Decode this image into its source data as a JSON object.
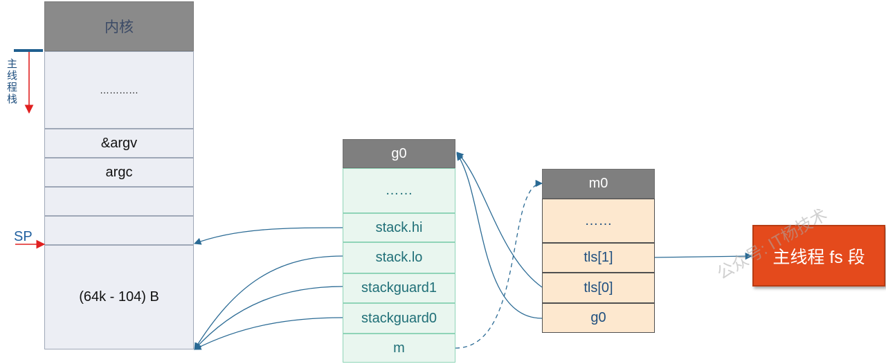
{
  "stack_column": {
    "cells": [
      "内核",
      "…………",
      "&argv",
      "argc",
      "",
      "",
      "(64k - 104) B"
    ]
  },
  "stack_label": "主线程栈",
  "sp_label": "SP",
  "g0_struct": {
    "cells": [
      "g0",
      "……",
      "stack.hi",
      "stack.lo",
      "stackguard1",
      "stackguard0",
      "m"
    ]
  },
  "m0_struct": {
    "cells": [
      "m0",
      "……",
      "tls[1]",
      "tls[0]",
      "g0"
    ]
  },
  "fs_segment_label": "主线程 fs 段",
  "watermark": "公众号: IT杨技术",
  "colors": {
    "arrow_blue": "#2a6a94",
    "sp_arrow_red": "#e02020",
    "fs_box": "#e44a1c"
  }
}
